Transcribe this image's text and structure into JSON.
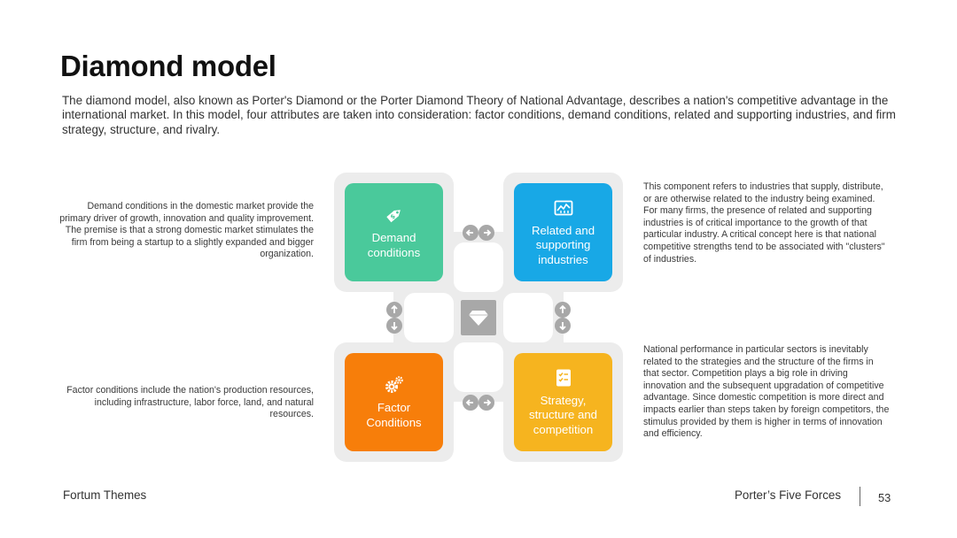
{
  "slide": {
    "title": "Diamond model",
    "intro": "The diamond model, also known as Porter's Diamond or the Porter Diamond Theory of National Advantage, describes a nation's competitive advantage in the international market. In this model, four attributes are taken into consideration: factor conditions, demand conditions, related and supporting industries, and firm strategy, structure, and rivalry."
  },
  "cards": {
    "demand": {
      "label": "Demand conditions",
      "icon": "price-tag-icon",
      "color": "#4ac99b"
    },
    "related": {
      "label": "Related and supporting industries",
      "icon": "image-chart-icon",
      "color": "#18a8e6"
    },
    "factor": {
      "label": "Factor Conditions",
      "icon": "gears-icon",
      "color": "#f77e0a"
    },
    "strategy": {
      "label": "Strategy, structure and competition",
      "icon": "checklist-icon",
      "color": "#f6b41f"
    }
  },
  "descriptions": {
    "demand": "Demand conditions in the domestic market provide the primary driver of growth, innovation and quality improvement. The premise is that a strong domestic market stimulates the firm from being a startup to a slightly expanded and bigger organization.",
    "factor": "Factor conditions include the nation's production resources, including infrastructure, labor force, land, and natural resources.",
    "related": "This component refers to industries that supply, distribute, or are otherwise related to the industry being examined. For many firms, the presence of related and supporting industries is of critical importance to the growth of that particular industry. A critical concept here is that national competitive strengths tend to be associated with \"clusters\" of industries.",
    "strategy": "National performance in particular sectors is inevitably related to the strategies and the structure of the firms in that sector. Competition plays a big role in driving innovation and the subsequent upgradation of competitive advantage. Since domestic competition is more direct and impacts earlier than steps taken by foreign competitors, the stimulus provided by them is higher in terms of innovation and efficiency."
  },
  "center_icon": "diamond-icon",
  "arrow_color": "#a8a8a8",
  "footer": {
    "brand": "Fortum Themes",
    "section": "Porter’s Five Forces",
    "page": "53"
  }
}
